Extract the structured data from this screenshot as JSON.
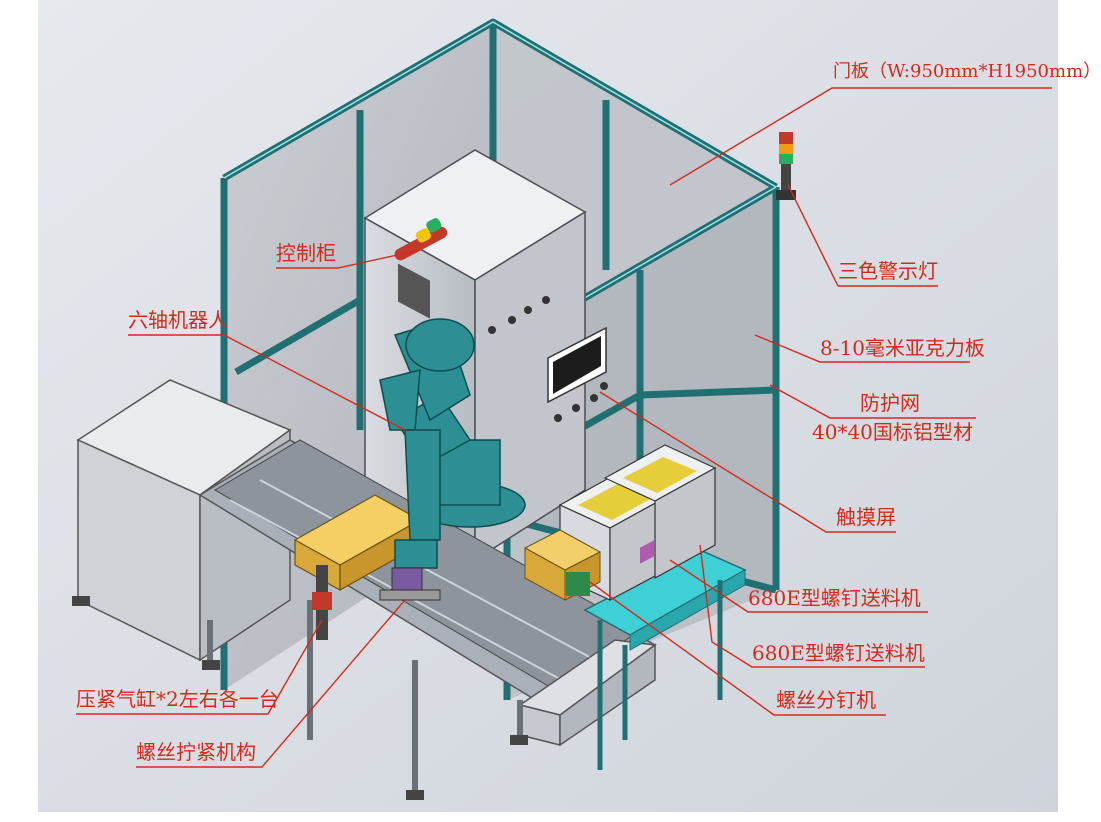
{
  "labels": {
    "door_panel": "门板（W:950mm*H1950mm）",
    "control_cabinet": "控制柜",
    "tricolor_light": "三色警示灯",
    "six_axis_robot": "六轴机器人",
    "acrylic_panel": "8-10毫米亚克力板",
    "guard_net": "防护网",
    "aluminum_profile": "40*40国标铝型材",
    "touch_screen": "触摸屏",
    "feeder_1": "680E型螺钉送料机",
    "feeder_2": "680E型螺钉送料机",
    "screw_divider": "螺丝分钉机",
    "clamp_cylinder": "压紧气缸*2左右各一台",
    "screw_tightening": "螺丝拧紧机构"
  },
  "colors": {
    "label_red": "#d42a1c",
    "frame_teal": "#1f6f73",
    "panel_gray": "#c9cdd3",
    "robot_teal": "#2b8f94",
    "conveyor_cyan": "#3fd0d6",
    "box_yellow": "#e2b43a"
  }
}
